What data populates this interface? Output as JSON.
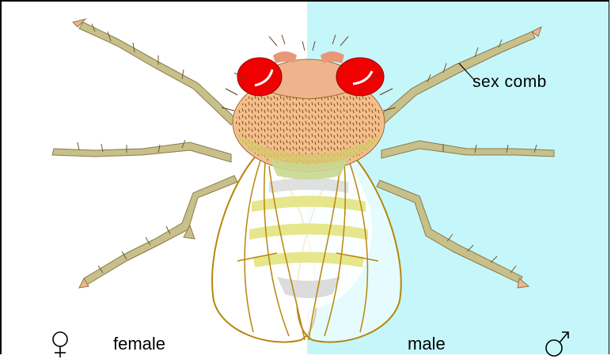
{
  "diagram": {
    "callout": {
      "label": "sex comb"
    },
    "sides": {
      "female": {
        "label": "female",
        "symbol": "female-symbol-icon"
      },
      "male": {
        "label": "male",
        "symbol": "male-symbol-icon",
        "background": "#c5f6fa"
      }
    },
    "colors": {
      "eye": "#f00000",
      "thorax": "#f5bf8c",
      "abdomen_band": "#e6e68c",
      "wing_vein": "#b8860b",
      "leg": "#c8c08a",
      "leg_tip": "#f0b48c"
    }
  }
}
